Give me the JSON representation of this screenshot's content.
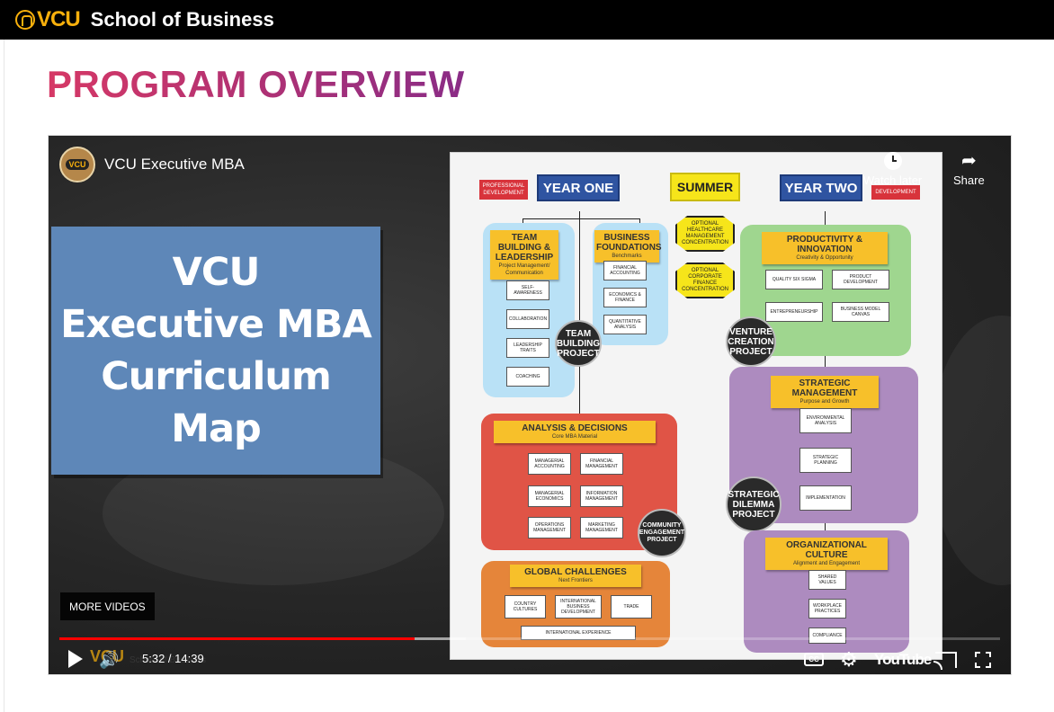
{
  "header": {
    "logo_text": "VCU",
    "school_name": "School of Business"
  },
  "page": {
    "title": "PROGRAM OVERVIEW"
  },
  "player": {
    "channel_avatar_text": "VCU",
    "video_title": "VCU Executive MBA",
    "watch_later_label": "Watch later",
    "share_label": "Share",
    "more_videos_label": "MORE VIDEOS",
    "current_time": "5:32",
    "duration": "14:39",
    "time_display": "5:32 / 14:39",
    "progress_fraction": 0.378,
    "buffered_fraction": 0.432,
    "cc_label": "CC",
    "youtube_label": "YouTube",
    "watermark_text": "VCU",
    "watermark_subtext": "School of Business",
    "accent_color": "#ff0000"
  },
  "slide": {
    "card_lines": [
      "VCU",
      "Executive MBA",
      "Curriculum Map"
    ],
    "card_color": "#5e87b8"
  },
  "curriculum_map": {
    "year_one": "YEAR ONE",
    "summer": "SUMMER",
    "year_two": "YEAR TWO",
    "professional_development": "PROFESSIONAL DEVELOPMENT",
    "development": "DEVELOPMENT",
    "team_building": {
      "title": "TEAM BUILDING & LEADERSHIP",
      "sub": "Project Management/ Communication",
      "items": [
        "SELF-AWARENESS",
        "COLLABORATION",
        "LEADERSHIP TRAITS",
        "COACHING"
      ]
    },
    "business_foundations": {
      "title": "BUSINESS FOUNDATIONS",
      "sub": "Benchmarks",
      "items": [
        "FINANCIAL ACCOUNTING",
        "ECONOMICS & FINANCE",
        "QUANTITATIVE ANALYSIS"
      ]
    },
    "optional_healthcare": "OPTIONAL HEALTHCARE MANAGEMENT CONCENTRATION",
    "optional_corporate": "OPTIONAL CORPORATE FINANCE CONCENTRATION",
    "productivity": {
      "title": "PRODUCTIVITY & INNOVATION",
      "sub": "Creativity & Opportunity",
      "items": [
        "QUALITY SIX SIGMA",
        "PRODUCT DEVELOPMENT",
        "ENTREPRENEURSHIP",
        "BUSINESS MODEL CANVAS"
      ]
    },
    "team_building_project": "TEAM BUILDING PROJECT",
    "venture_creation_project": "VENTURE CREATION PROJECT",
    "strategic_management": {
      "title": "STRATEGIC MANAGEMENT",
      "sub": "Purpose and Growth",
      "items": [
        "ENVIRONMENTAL ANALYSIS",
        "STRATEGIC PLANNING",
        "IMPLEMENTATION"
      ]
    },
    "analysis_decisions": {
      "title": "ANALYSIS & DECISIONS",
      "sub": "Core MBA Material",
      "items": [
        "MANAGERIAL ACCOUNTING",
        "FINANCIAL MANAGEMENT",
        "MANAGERIAL ECONOMICS",
        "INFORMATION MANAGEMENT",
        "OPERATIONS MANAGEMENT",
        "MARKETING MANAGEMENT"
      ]
    },
    "strategic_dilemma_project": "STRATEGIC DILEMMA PROJECT",
    "community_engagement_project": "COMMUNITY ENGAGEMENT PROJECT",
    "organizational_culture": {
      "title": "ORGANIZATIONAL CULTURE",
      "sub": "Alignment and Engagement",
      "items": [
        "SHARED VALUES",
        "WORKPLACE PRACTICES",
        "COMPLIANCE"
      ]
    },
    "global_challenges": {
      "title": "GLOBAL CHALLENGES",
      "sub": "Next Frontiers",
      "items": [
        "COUNTRY CULTURES",
        "INTERNATIONAL BUSINESS DEVELOPMENT",
        "TRADE",
        "INTERNATIONAL EXPERIENCE"
      ]
    }
  }
}
